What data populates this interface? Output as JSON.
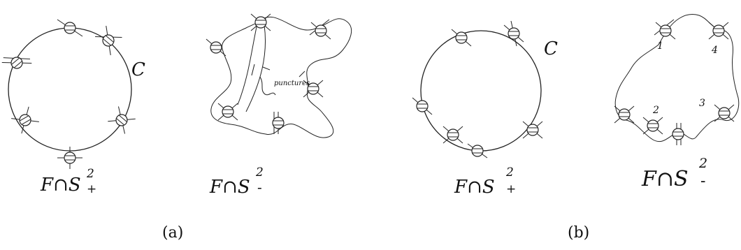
{
  "panels": [
    {
      "caption": "(a)",
      "left_label": {
        "curve": "C",
        "formula": "F∩S",
        "sup": "2",
        "sub": "+"
      },
      "right_label": {
        "formula": "F∩S",
        "sup": "2",
        "sub": "-"
      },
      "annotation": "punctures"
    },
    {
      "caption": "(b)",
      "left_label": {
        "curve": "C",
        "formula": "F∩S",
        "sup": "2",
        "sub": "+"
      },
      "right_label": {
        "formula": "F∩S",
        "sup": "2",
        "sub": "-"
      },
      "numbers": [
        "1",
        "4",
        "2",
        "3"
      ]
    }
  ]
}
